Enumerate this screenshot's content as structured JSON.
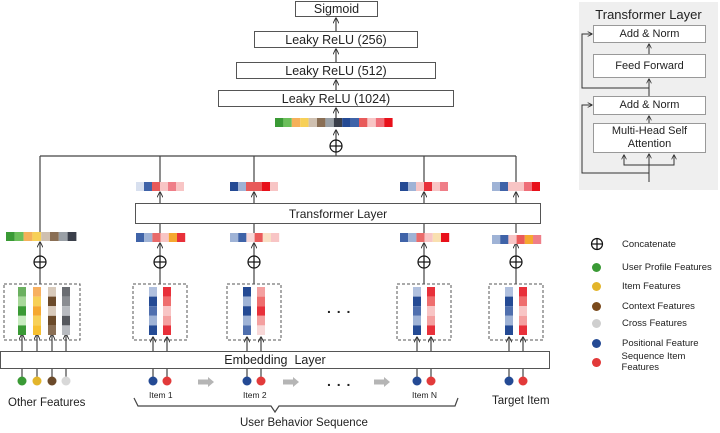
{
  "top_stack": {
    "sigmoid": "Sigmoid",
    "relu_256": "Leaky ReLU (256)",
    "relu_512": "Leaky ReLU (512)",
    "relu_1024": "Leaky ReLU (1024)"
  },
  "transformer_layer_label": "Transformer Layer",
  "embedding_layer_label": "Embedding  Layer",
  "inputs": {
    "other_features": "Other Features",
    "item_1": "Item 1",
    "item_2": "Item 2",
    "item_n": "Item N",
    "target_item": "Target Item",
    "user_behavior_sequence": "User Behavior Sequence",
    "ellipsis": ". . ."
  },
  "transformer_panel": {
    "title": "Transformer Layer",
    "add_norm_top": "Add & Norm",
    "feed_forward": "Feed Forward",
    "add_norm_bottom": "Add & Norm",
    "attention": "Multi-Head Self Attention"
  },
  "legend": [
    {
      "label": "Concatenate",
      "icon": "concatenate-icon",
      "color": "#000000"
    },
    {
      "label": "User Profile Features",
      "icon": "dot",
      "color": "#3a9a35"
    },
    {
      "label": "Item Features",
      "icon": "dot",
      "color": "#e3b52b"
    },
    {
      "label": "Context Features",
      "icon": "dot",
      "color": "#7a4a1c"
    },
    {
      "label": "Cross Features",
      "icon": "dot",
      "color": "#cfcfcf"
    },
    {
      "label": "Positional Feature",
      "icon": "dot",
      "color": "#244a94"
    },
    {
      "label": "Sequence Item Features",
      "icon": "dot",
      "color": "#e23a3a"
    }
  ],
  "colors": {
    "concat_top": [
      "#3a9a35",
      "#6bbf5a",
      "#f5b05a",
      "#f7d057",
      "#cfc0b0",
      "#8a6f55",
      "#9aa0a6",
      "#3a3f4a",
      "#244a94",
      "#3f63a8",
      "#e85a5a",
      "#f8c5c5",
      "#ef6e78",
      "#e8101a"
    ],
    "other_concat": [
      "#3a9a35",
      "#6bbf5a",
      "#f5b05a",
      "#f7d057",
      "#cfc0b0",
      "#8a6f55",
      "#9aa0a6",
      "#3a3f4a"
    ],
    "seq_in": [
      [
        "#3f63a8",
        "#9fb3d6",
        "#e86a6a",
        "#f8c5c5",
        "#f5a830",
        "#e8303a"
      ],
      [
        "#9fb3d6",
        "#3f63a8",
        "#f8d8d8",
        "#ea5a5a",
        "#f9e0c5",
        "#f8c5c5"
      ],
      [
        "#3f63a8",
        "#9fb3d6",
        "#ea6a6a",
        "#f8c5c5",
        "#f9e0b0",
        "#e8101a"
      ],
      [
        "#9fb3d6",
        "#3f63a8",
        "#f8c5c5",
        "#ea5a5a",
        "#f5a830",
        "#ef7e88"
      ]
    ],
    "seq_out": [
      [
        "#d8e0ef",
        "#3f63a8",
        "#e85a5a",
        "#f8c5c5",
        "#ef7e88",
        "#f8c5c5"
      ],
      [
        "#244a94",
        "#9fb3d6",
        "#e85a5a",
        "#e85a5a",
        "#e8101a",
        "#f8c5c5"
      ],
      [
        "#244a94",
        "#9fb3d6",
        "#f8c5c5",
        "#e8303a",
        "#f8c5c5",
        "#ef7e88"
      ],
      [
        "#9fb3d6",
        "#3f63a8",
        "#f8c5c5",
        "#f8c5c5",
        "#ef6e78",
        "#e8101a"
      ]
    ],
    "other_cols": [
      [
        "#6bb060",
        "#a8d89a",
        "#3a9a35",
        "#c8ecc0",
        "#3a9a35"
      ],
      [
        "#f7b060",
        "#f7d057",
        "#f5a830",
        "#f7d057",
        "#f7c030"
      ],
      [
        "#d8cabb",
        "#6b4a2a",
        "#d8cabb",
        "#6b4a2a",
        "#8a6f55"
      ],
      [
        "#6a6d72",
        "#8a8d92",
        "#b8bbc0",
        "#55585d",
        "#b8bbc0"
      ]
    ],
    "pos_cols": [
      [
        "#b0c0de",
        "#244a94",
        "#4f6fae",
        "#9fb3d6",
        "#244a94"
      ],
      [
        "#244a94",
        "#9fb3d6",
        "#244a94",
        "#9fb3d6",
        "#4f6fae"
      ],
      [
        "#b0c0de",
        "#244a94",
        "#4f6fae",
        "#9fb3d6",
        "#244a94"
      ],
      [
        "#b0c0de",
        "#244a94",
        "#4f6fae",
        "#9fb3d6",
        "#244a94"
      ]
    ],
    "item_cols": [
      [
        "#e8303a",
        "#ef6e6e",
        "#f8c5c5",
        "#f4a0a0",
        "#e8303a"
      ],
      [
        "#f4a0a0",
        "#ef6e6e",
        "#e8303a",
        "#f4a0a0",
        "#f8d8d8"
      ],
      [
        "#e8303a",
        "#ef6e6e",
        "#f8c5c5",
        "#f4a0a0",
        "#e8303a"
      ],
      [
        "#e8303a",
        "#ef6e6e",
        "#f8c5c5",
        "#f4a0a0",
        "#e8303a"
      ]
    ],
    "other_dots": [
      "#3a9a35",
      "#e3b52b",
      "#6b4a2a",
      "#d8d8d8"
    ],
    "seq_dots": [
      "#244a94",
      "#e23a3a"
    ],
    "arrow_gray": "#b5b5b5"
  }
}
